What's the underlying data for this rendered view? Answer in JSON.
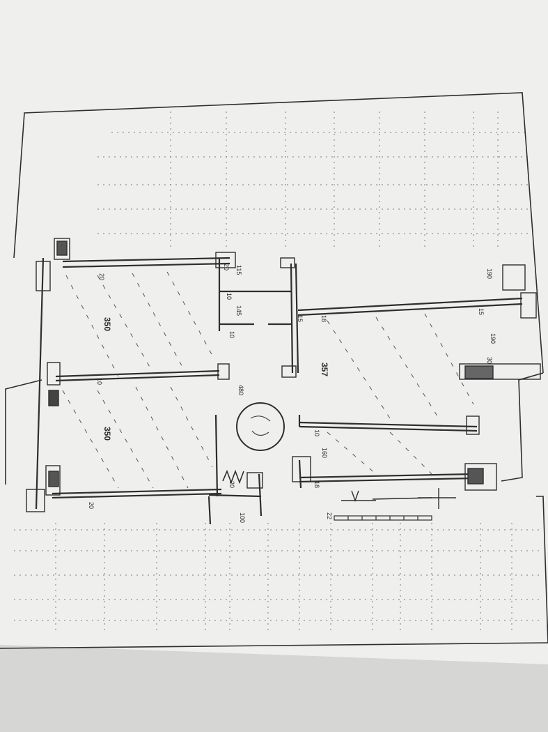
{
  "colors": {
    "ink": "#2e2e2e",
    "paper": "#ededeb",
    "grid": "#6c6c6c",
    "shadow": "#c9c9c7"
  },
  "plan": {
    "room_dims": [
      "350",
      "350",
      "357"
    ],
    "wall_thickness": [
      "20",
      "20",
      "20",
      "10",
      "15",
      "15",
      "10",
      "10",
      "10",
      "18",
      "20"
    ],
    "dim_labels": [
      "115",
      "145",
      "480",
      "190",
      "190",
      "30",
      "160",
      "18",
      "100",
      "22"
    ]
  }
}
